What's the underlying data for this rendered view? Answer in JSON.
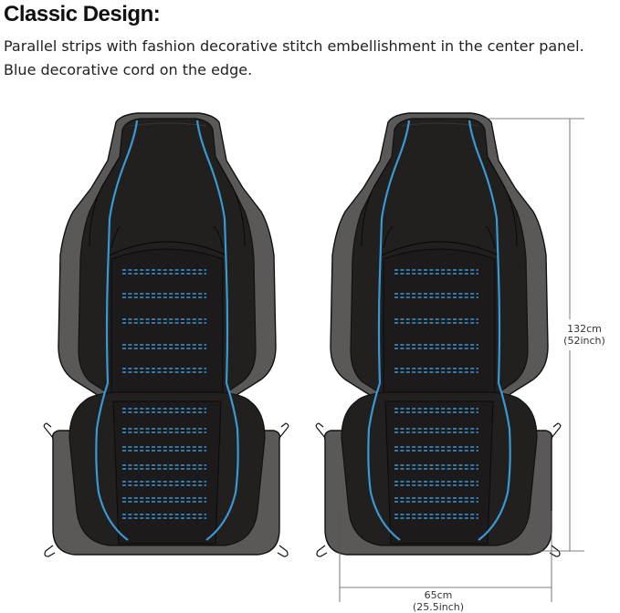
{
  "heading": "Classic Design:",
  "description": {
    "line1": "Parallel strips with fashion decorative stitch embellishment in the center panel.",
    "line2": "Blue decorative cord on the edge."
  },
  "dimensions": {
    "height_cm": "132cm",
    "height_inch": "(52inch)",
    "width_cm": "65cm",
    "width_inch": "(25.5inch)"
  },
  "colors": {
    "cover_black": "#221f1f",
    "panel_black": "#1c1a1a",
    "frame_gray": "#5b5858",
    "accent_blue": "#3a98d4",
    "outline": "#111111"
  }
}
